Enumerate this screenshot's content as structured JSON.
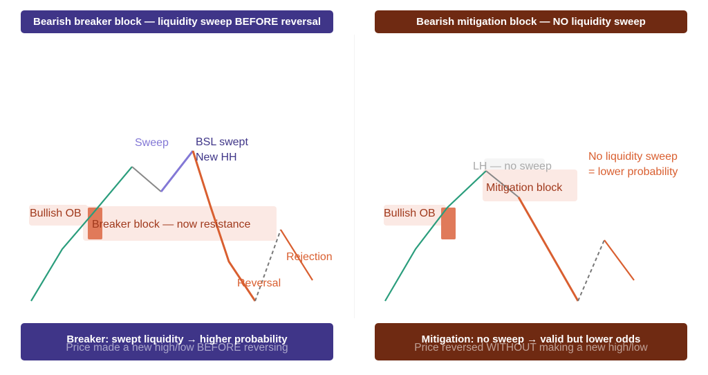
{
  "left_panel": {
    "title": "Bearish breaker block — liquidity sweep BEFORE reversal",
    "footer_title": "Breaker: swept liquidity → higher probability",
    "footer_subtitle": "Price made a new high/low BEFORE reversing",
    "labels": {
      "sweep": "Sweep",
      "bsl_swept": "BSL swept",
      "new_hh": "New HH",
      "bullish_ob": "Bullish OB",
      "breaker_block": "Breaker block — now resistance",
      "rejection": "Rejection",
      "reversal": "Reversal"
    }
  },
  "right_panel": {
    "title": "Bearish mitigation block — NO liquidity sweep",
    "footer_title": "Mitigation: no sweep → valid but lower odds",
    "footer_subtitle": "Price reversed WITHOUT making a new high/low",
    "labels": {
      "lh_no_sweep": "LH — no sweep",
      "mitigation_block": "Mitigation block",
      "note_line1": "No liquidity sweep",
      "note_line2": "= lower probability",
      "bullish_ob": "Bullish OB"
    }
  },
  "colors": {
    "left_banner": "#3f3588",
    "right_banner": "#6f2a12",
    "uptrend": "#2a9d7c",
    "pullback": "#888888",
    "sweep": "#8378d6",
    "downtrend": "#d95f30",
    "ob_box": "#e07a5a",
    "zone_fill": "#fbe9e4",
    "label_orange": "#d95f30",
    "label_purple": "#3f3588",
    "label_gray": "#aaaaaa"
  }
}
